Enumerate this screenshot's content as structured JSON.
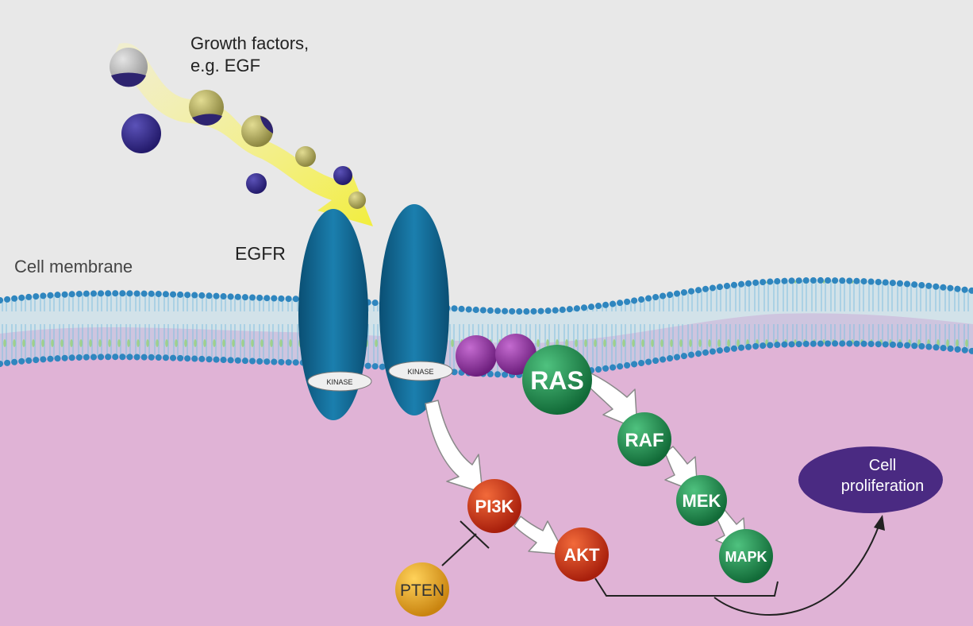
{
  "labels": {
    "growth_factors_line1": "Growth factors,",
    "growth_factors_line2": "e.g. EGF",
    "egfr": "EGFR",
    "cell_membrane": "Cell membrane",
    "kinase_left": "KINASE",
    "kinase_right": "KINASE"
  },
  "nodes": {
    "ras": "RAS",
    "raf": "RAF",
    "mek": "MEK",
    "mapk": "MAPK",
    "pi3k": "PI3K",
    "akt": "AKT",
    "pten": "PTEN"
  },
  "outcome": {
    "line1": "Cell",
    "line2": "proliferation"
  },
  "colors": {
    "extracellular": "#e8e8e8",
    "cytoplasm": "#e0b3d6",
    "membrane": "#b9dcea",
    "membrane_head": "#2f86bf",
    "receptor": "#0b5f86",
    "ras_pathway": "#1e8b4e",
    "pi3k_pathway": "#d2371a",
    "pten": "#e1a21b",
    "outcome": "#4a2a82",
    "ligand_dark": "#3a2f8c",
    "ligand_light": "#b9b56a",
    "purple_bead": "#8a2f9a"
  }
}
